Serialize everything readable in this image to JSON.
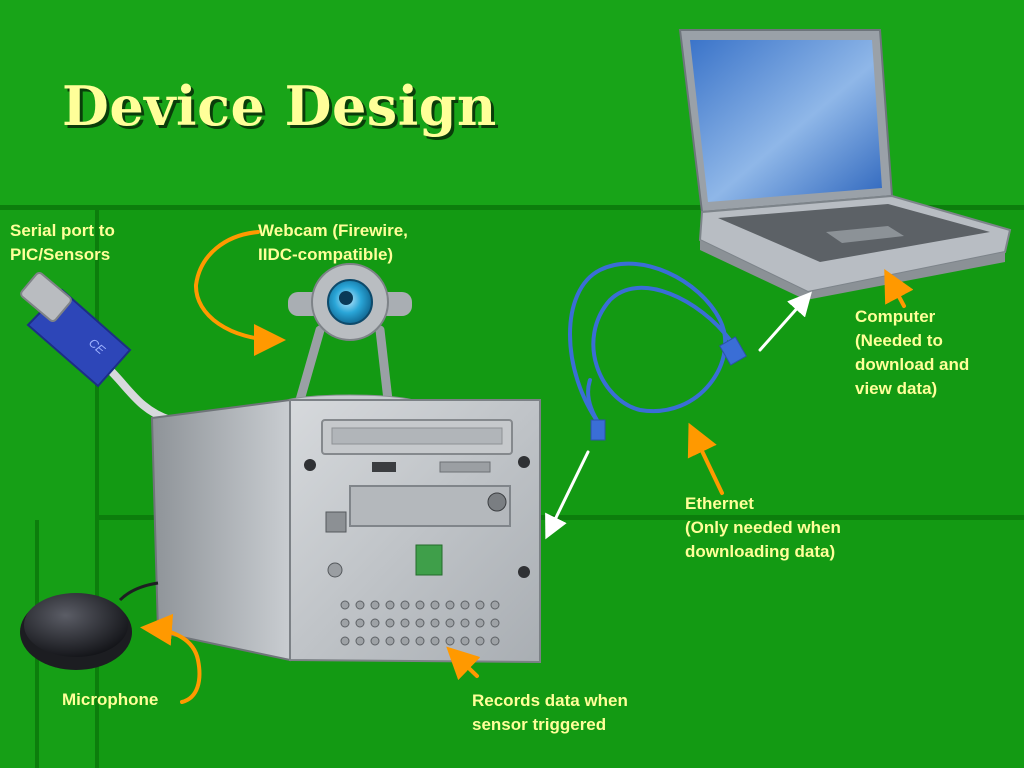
{
  "slide": {
    "title": "Device Design"
  },
  "labels": {
    "serial_port": [
      "Serial port to",
      "PIC/Sensors"
    ],
    "webcam": [
      "Webcam (Firewire,",
      "IIDC-compatible)"
    ],
    "computer": [
      "Computer",
      "(Needed to",
      "download and",
      "view data)"
    ],
    "ethernet": [
      "Ethernet",
      "(Only needed when",
      "downloading data)"
    ],
    "microphone": "Microphone",
    "records": [
      "Records data when",
      "sensor triggered"
    ]
  },
  "colors": {
    "background": "#139a13",
    "label_text": "#ffff99",
    "arrow_orange": "#ff9900",
    "arrow_white": "#ffffff"
  }
}
